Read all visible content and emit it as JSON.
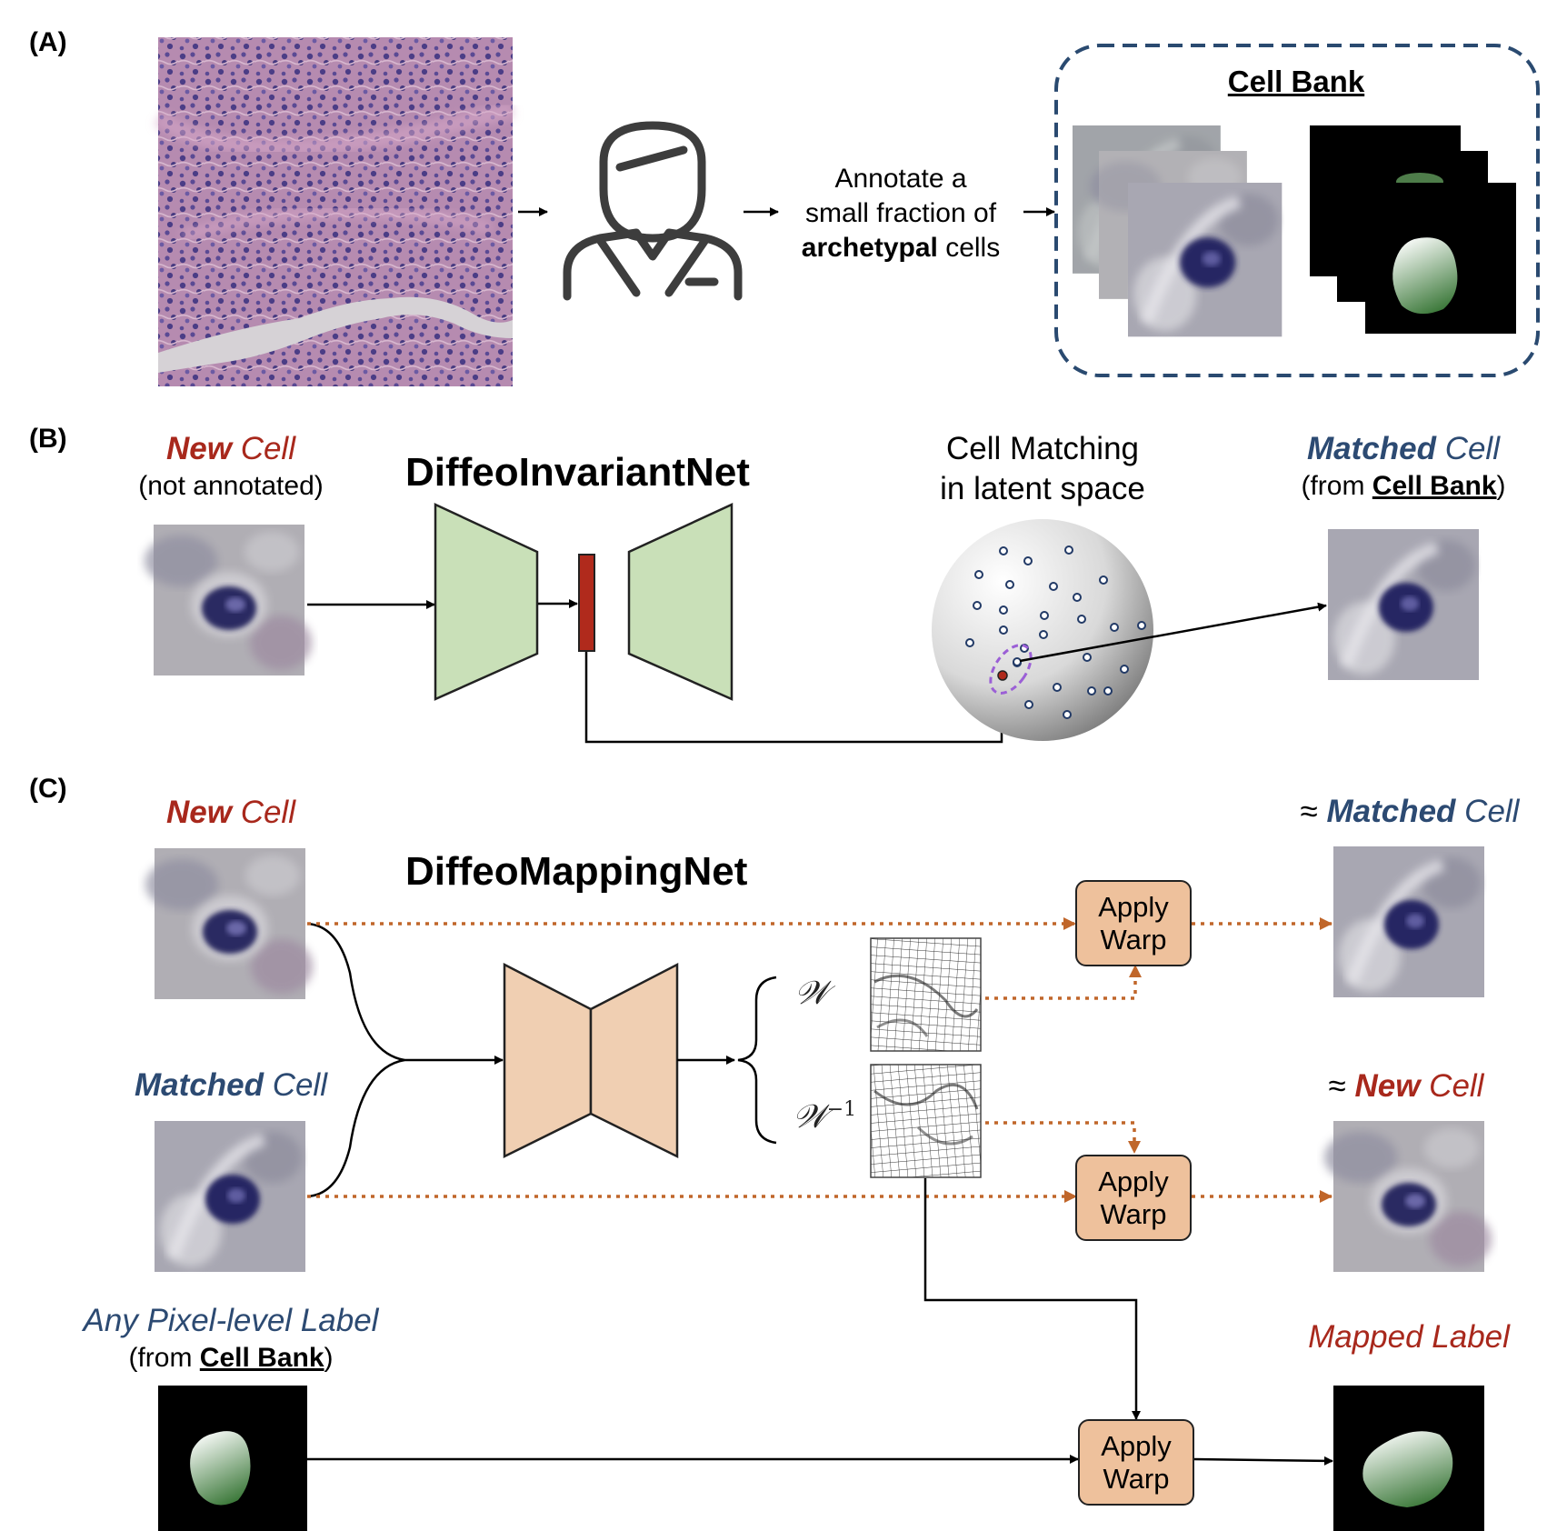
{
  "panel_labels": {
    "a": "(A)",
    "b": "(B)",
    "c": "(C)"
  },
  "panel_a": {
    "annotate_line1": "Annotate a",
    "annotate_line2": "small fraction of",
    "annotate_bold": "archetypal",
    "annotate_rest": " cells",
    "cell_bank_title": "Cell Bank",
    "icons": [
      "tissue-slide-image",
      "pathologist-icon",
      "cell-bank-patches",
      "cell-bank-masks"
    ]
  },
  "panel_b": {
    "new_cell_bold": "New",
    "new_cell_rest": " Cell",
    "new_cell_sub": "(not annotated)",
    "network_title": "DiffeoInvariantNet",
    "matching_line1": "Cell Matching",
    "matching_line2": "in latent space",
    "matched_bold": "Matched",
    "matched_rest": " Cell",
    "matched_sub_open": "(from ",
    "matched_sub_bank": "Cell Bank",
    "matched_sub_close": ")"
  },
  "panel_c": {
    "new_cell_bold": "New",
    "new_cell_rest": " Cell",
    "matched_bold": "Matched",
    "matched_rest": " Cell",
    "network_title": "DiffeoMappingNet",
    "w_symbol": "𝒲",
    "w_inverse_exponent": "−1",
    "apply_line1": "Apply",
    "apply_line2": "Warp",
    "approx": "≈ ",
    "approx_matched_bold": "Matched",
    "approx_matched_rest": " Cell",
    "approx_new_bold": "New",
    "approx_new_rest": " Cell",
    "any_label": "Any Pixel-level Label",
    "any_label_sub_open": "(from ",
    "any_label_sub_bank": "Cell Bank",
    "any_label_sub_close": ")",
    "mapped_label": "Mapped Label"
  },
  "colors": {
    "red_text": "#a8281c",
    "blue_text": "#2c4a72",
    "encoder_green": "#c9e0b8",
    "encoder_orange": "#f0cfb2",
    "apply_warp_fill": "#eec19c",
    "dotted_arrow": "#c0662a",
    "bank_border": "#2a4a70",
    "latent_red": "#b02a1c",
    "match_ring": "#9b5fd6"
  }
}
